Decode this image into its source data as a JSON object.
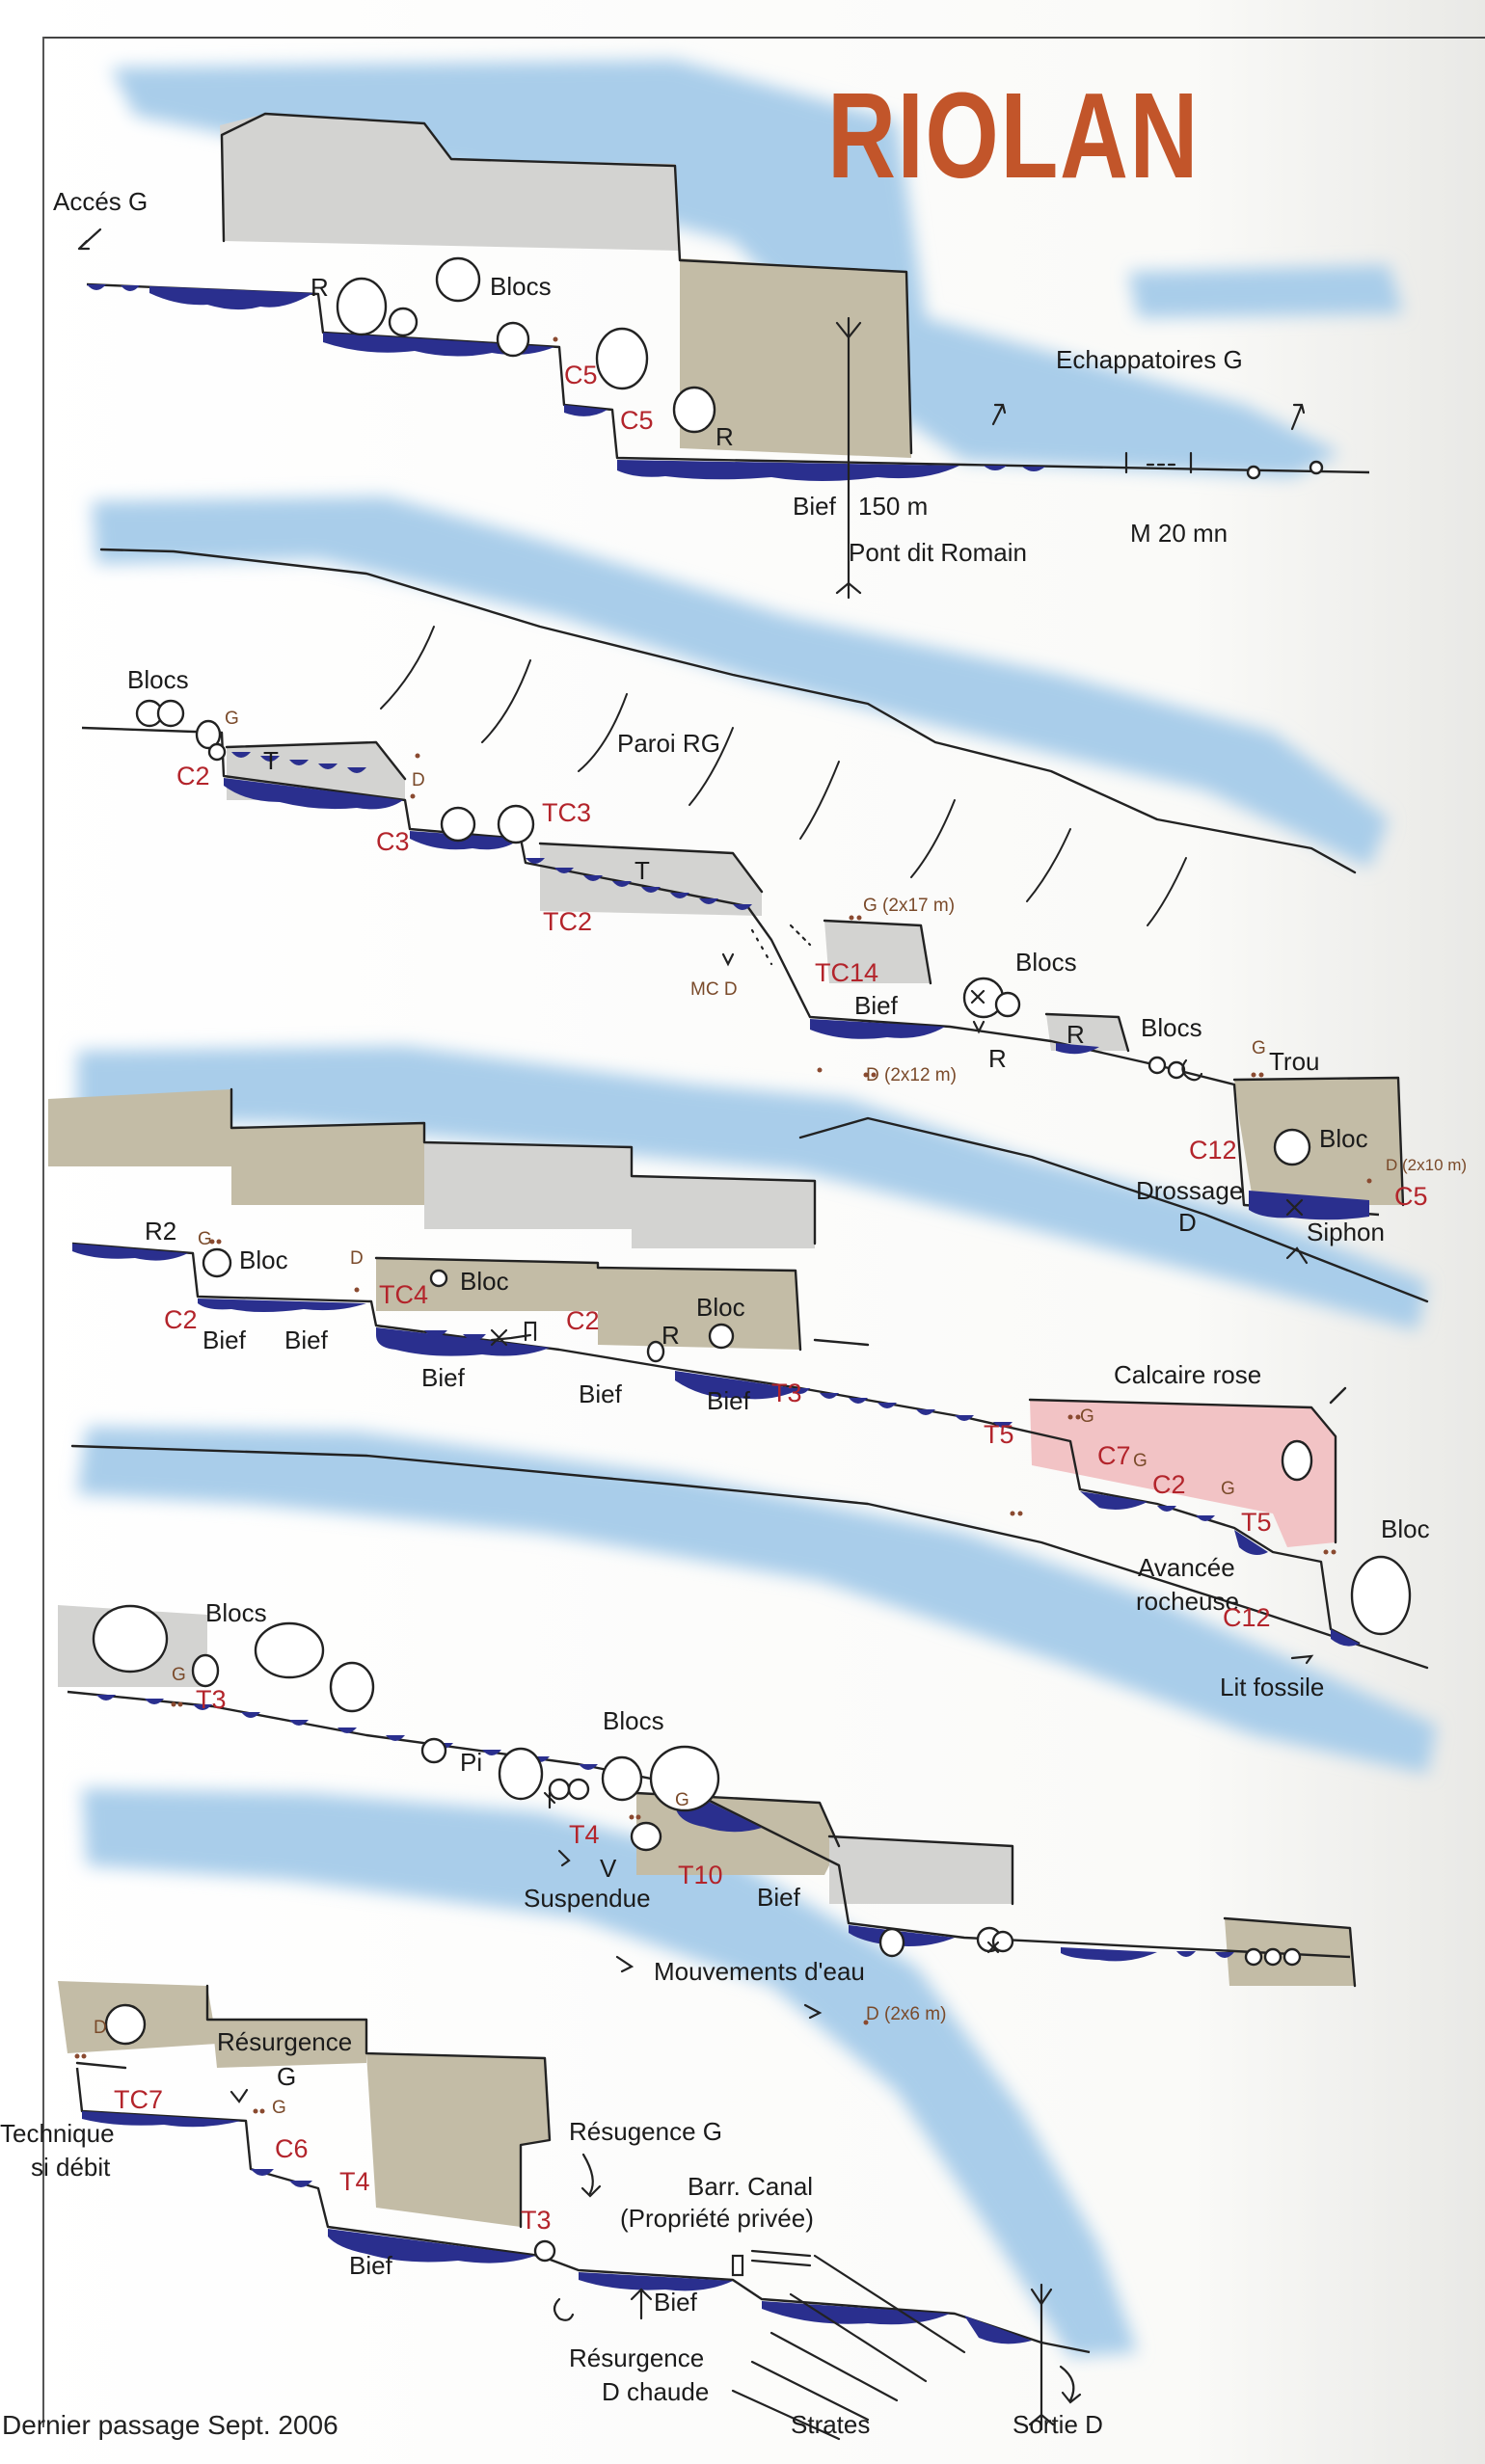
{
  "title": "RIOLAN",
  "footer": "Dernier passage Sept. 2006",
  "colors": {
    "water": "#2a2f8e",
    "blue_wash": "#a9cdea",
    "grey_rock": "#d3d3d1",
    "olive_rock": "#c3bca6",
    "pink_rock": "#f2c3c5",
    "label_red": "#b3242b",
    "title_orange": "#c2552a"
  },
  "labels": {
    "acces_g": "Accés G",
    "r1": "R",
    "blocs1": "Blocs",
    "c5a": "C5",
    "c5b": "C5",
    "r2": "R",
    "echappatoires": "Echappatoires G",
    "bief_150": "Bief",
    "m150": "150 m",
    "pont_romain": "Pont dit Romain",
    "m20mn": "M 20 mn",
    "blocs2": "Blocs",
    "g1": "G",
    "c2a": "C2",
    "t1": "T",
    "paroi_rg": "Paroi RG",
    "d1": "D",
    "c3": "C3",
    "tc3": "TC3",
    "t2": "T",
    "tc2": "TC2",
    "g_2x17": "G  (2x17 m)",
    "tc14": "TC14",
    "mc_d": "MC D",
    "bief2": "Bief",
    "blocs3": "Blocs",
    "r3": "R",
    "r4": "R",
    "blocs4": "Blocs",
    "g2": "G",
    "d_2x12": "D  (2x12 m)",
    "trou": "Trou",
    "bloc1": "Bloc",
    "c12a": "C12",
    "d_2x10": "D  (2x10 m)",
    "drossage": "Drossage",
    "drossage_d": "D",
    "c5c": "C5",
    "siphon": "Siphon",
    "r2b": "R2",
    "g3": "G",
    "bloc2": "Bloc",
    "d2": "D",
    "tc4": "TC4",
    "bloc3": "Bloc",
    "c2b": "C2",
    "c2c": "C2",
    "bloc4": "Bloc",
    "r5": "R",
    "bief3": "Bief",
    "bief4": "Bief",
    "bief5": "Bief",
    "bief6": "Bief",
    "bief7": "Bief",
    "t3a": "T3",
    "calcaire_rose": "Calcaire rose",
    "t5a": "T5",
    "g4": "G",
    "c7": "C7",
    "g5": "G",
    "c2d": "C2",
    "g6": "G",
    "t5b": "T5",
    "bloc5": "Bloc",
    "avancee": "Avancée",
    "rocheuse": "rocheuse",
    "c12b": "C12",
    "lit_fossile": "Lit fossile",
    "blocs5": "Blocs",
    "g7": "G",
    "t3b": "T3",
    "blocs6": "Blocs",
    "pi": "Pi",
    "g8": "G",
    "t4a": "T4",
    "v": "V",
    "suspendue": "Suspendue",
    "t10": "T10",
    "bief8": "Bief",
    "mouvements": "Mouvements d'eau",
    "d_2x6": "D (2x6 m)",
    "d3": "D",
    "resurgence1": "Résurgence",
    "resurgence1_g": "G",
    "tc7": "TC7",
    "g9": "G",
    "technique": "Technique",
    "si_debit": "si débit",
    "c6": "C6",
    "t4b": "T4",
    "resurgence_g": "Résugence G",
    "barr_canal": "Barr. Canal",
    "propriete": "(Propriété privée)",
    "t3c": "T3",
    "bief9": "Bief",
    "bief10": "Bief",
    "resurgence_d": "Résurgence",
    "d_chaude": "D chaude",
    "strates": "Strates",
    "sortie_d": "Sortie D"
  }
}
